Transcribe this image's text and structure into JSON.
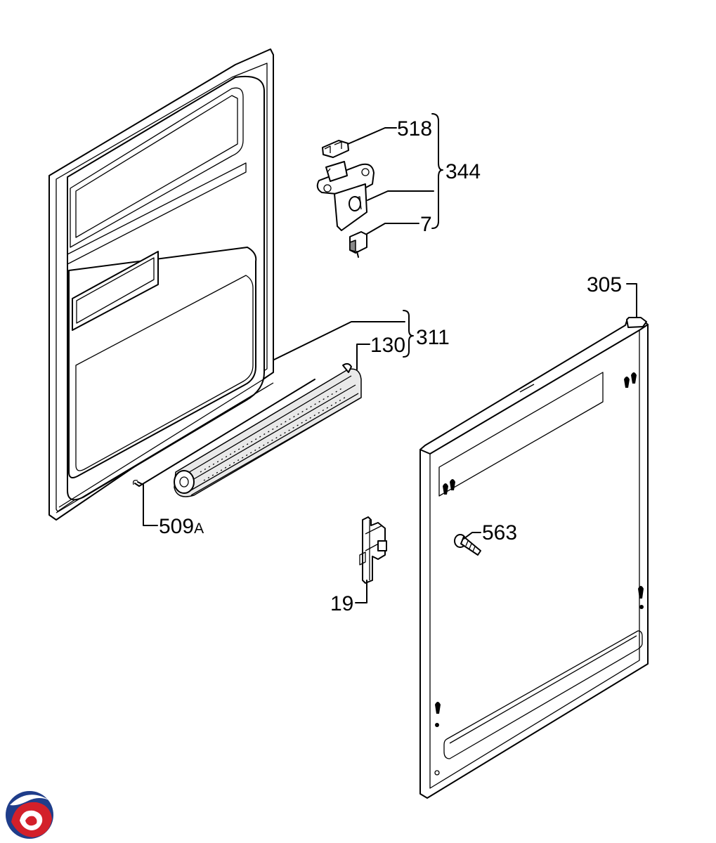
{
  "callouts": {
    "c518": "518",
    "c344": "344",
    "c7": "7",
    "c305": "305",
    "c311": "311",
    "c130": "130",
    "c509": "509",
    "c509_suffix": "A",
    "c563": "563",
    "c19": "19"
  },
  "colors": {
    "line": "#000000",
    "background": "#ffffff",
    "shade": "#e9e9e9",
    "logo_blue": "#1f3d8a",
    "logo_red": "#d3202a"
  },
  "icons": {
    "logo": "brand-swirl-logo"
  }
}
